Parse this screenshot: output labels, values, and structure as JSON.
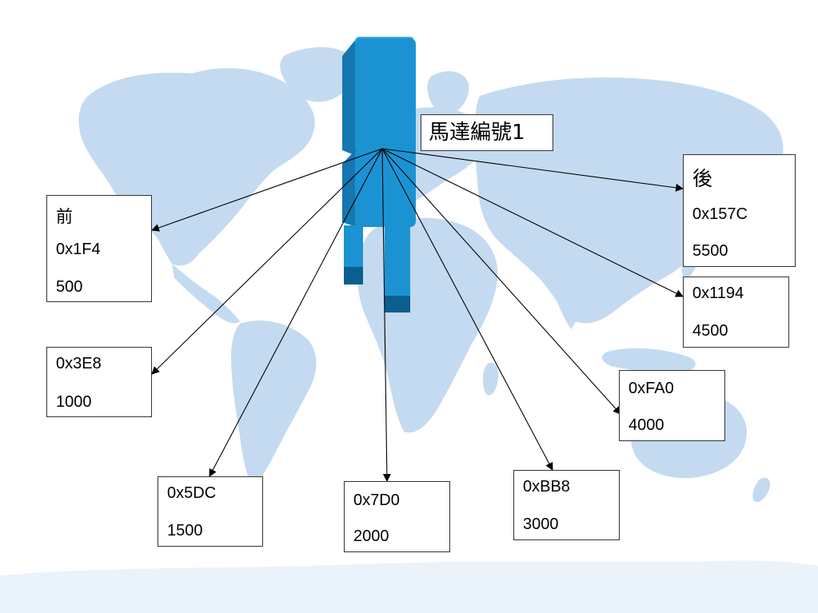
{
  "motor_label": "馬達編號1",
  "colors": {
    "map": "#c4daf0",
    "map_dark": "#b2cde8",
    "motor_front": "#1b93d3",
    "motor_side": "#1477b0",
    "motor_top": "#3aa8e2",
    "motor_dark": "#0b5f8e",
    "arrow": "#000000"
  },
  "icons": {
    "figure": "motor-figure-icon",
    "background": "world-map"
  },
  "positions": [
    {
      "id": "front",
      "lines": [
        "前",
        "0x1F4",
        "500"
      ]
    },
    {
      "id": "1000",
      "lines": [
        "0x3E8",
        "1000"
      ]
    },
    {
      "id": "1500",
      "lines": [
        "0x5DC",
        "1500"
      ]
    },
    {
      "id": "2000",
      "lines": [
        "0x7D0",
        "2000"
      ]
    },
    {
      "id": "3000",
      "lines": [
        "0xBB8",
        "3000"
      ]
    },
    {
      "id": "4000",
      "lines": [
        "0xFA0",
        "4000"
      ]
    },
    {
      "id": "4500",
      "lines": [
        "0x1194",
        "4500"
      ]
    },
    {
      "id": "back",
      "lines": [
        "後",
        "0x157C",
        "5500"
      ]
    }
  ]
}
